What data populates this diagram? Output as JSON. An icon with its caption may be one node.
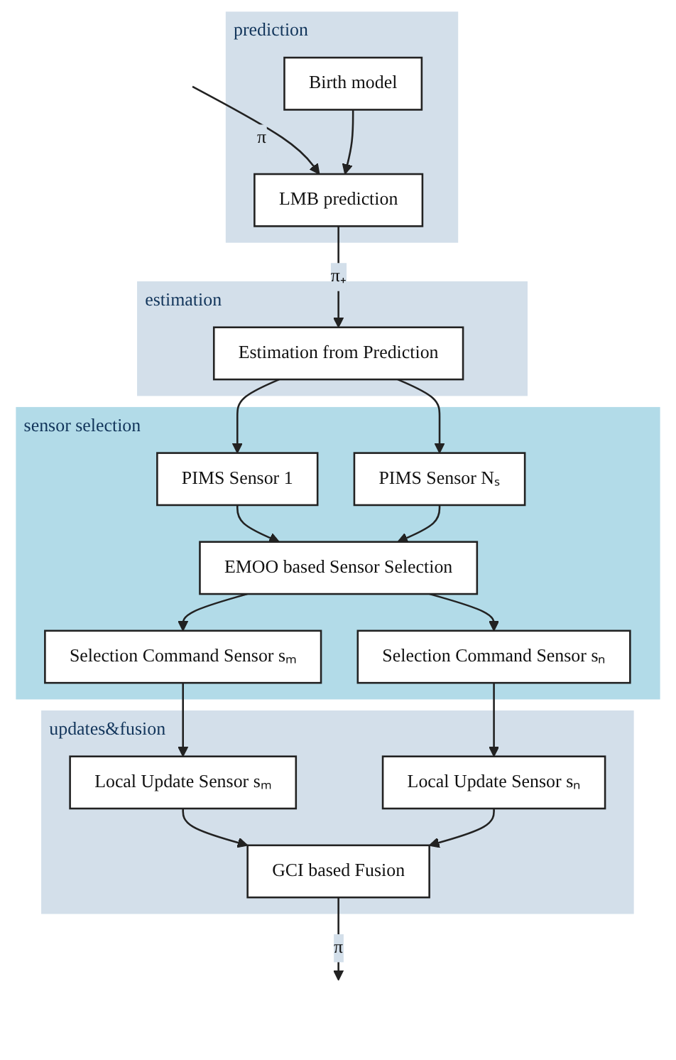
{
  "diagram": {
    "nodes": [
      {
        "text": [
          "prediction"
        ]
      },
      {
        "text": [
          "Birth model"
        ],
        "in": 0
      },
      {
        "text": [
          "LMB prediction"
        ],
        "in": 0
      },
      {
        "text": [
          "estimation"
        ]
      },
      {
        "text": [
          "Estimation from Prediction"
        ],
        "in": 3
      },
      {
        "text": [
          "sensor selection"
        ]
      },
      {
        "text": [
          "PIMS Sensor 1"
        ],
        "in": 5
      },
      {
        "text": [
          "PIMS Sensor Nₛ"
        ],
        "in": 5
      },
      {
        "text": [
          "EMOO based Sensor Selection"
        ],
        "in": 5
      },
      {
        "text": [
          "Selection Command Sensor sₘ"
        ],
        "in": 5
      },
      {
        "text": [
          "Selection Command Sensor sₙ"
        ],
        "in": 5
      },
      {
        "text": [
          "updates&fusion"
        ]
      },
      {
        "text": [
          "Local Update Sensor sₘ"
        ],
        "in": 11
      },
      {
        "text": [
          "Local Update Sensor sₙ"
        ],
        "in": 11
      },
      {
        "text": [
          "GCI based Fusion"
        ],
        "in": 11
      }
    ],
    "edges": [
      {
        "from": null,
        "to": 2,
        "arrow": "to",
        "label": "π"
      },
      {
        "from": 1,
        "to": 2,
        "arrow": "to"
      },
      {
        "from": 2,
        "to": 4,
        "arrow": "to",
        "label": "π₊"
      },
      {
        "from": 4,
        "to": 6,
        "arrow": "to"
      },
      {
        "from": 4,
        "to": 7,
        "arrow": "to"
      },
      {
        "from": 6,
        "to": 8,
        "arrow": "to"
      },
      {
        "from": 7,
        "to": 8,
        "arrow": "to"
      },
      {
        "from": 8,
        "to": 9,
        "arrow": "to"
      },
      {
        "from": 8,
        "to": 10,
        "arrow": "to"
      },
      {
        "from": 9,
        "to": 12,
        "arrow": "to"
      },
      {
        "from": 10,
        "to": 13,
        "arrow": "to"
      },
      {
        "from": 12,
        "to": 14,
        "arrow": "to"
      },
      {
        "from": 13,
        "to": 14,
        "arrow": "to"
      },
      {
        "from": 14,
        "to": null,
        "arrow": "to",
        "label": "π"
      }
    ]
  }
}
